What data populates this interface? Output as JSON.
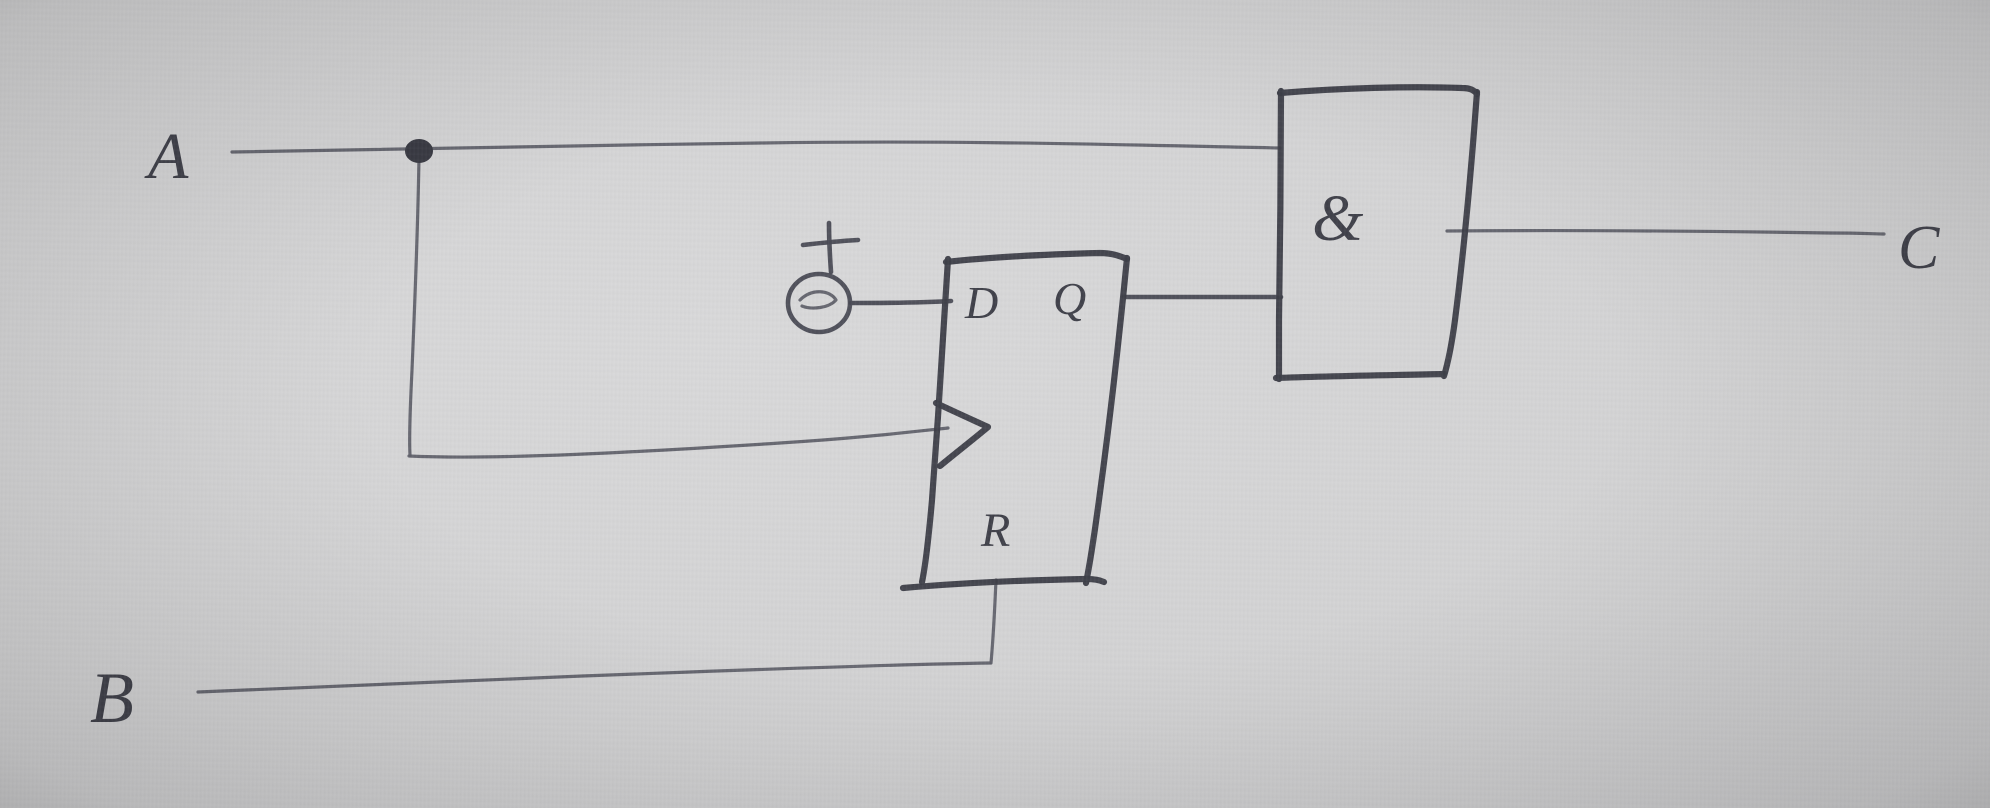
{
  "document": {
    "kind": "hand-drawn-schematic",
    "title": "D flip-flop with AND gate logic circuit (pencil sketch)",
    "medium": "graphite pencil on gray paper",
    "background_color": "#d3d3d4",
    "ink_color": "#4a4b55"
  },
  "labels": {
    "input_a": "A",
    "input_b": "B",
    "output_c": "C",
    "supply_plus": "+",
    "ff_d": "D",
    "ff_q": "Q",
    "ff_r": "R",
    "and_symbol": "&"
  },
  "components": [
    {
      "id": "flipflop",
      "name": "d-flip-flop",
      "type": "block",
      "label": "D",
      "pins": [
        {
          "name": "D",
          "side": "left-top",
          "role": "data-input"
        },
        {
          "name": "CLK",
          "side": "left-middle",
          "role": "clock-input",
          "marker": "edge-triggered-triangle"
        },
        {
          "name": "Q",
          "side": "right-top",
          "role": "output"
        },
        {
          "name": "R",
          "side": "bottom",
          "role": "reset-input"
        }
      ]
    },
    {
      "id": "andgate",
      "name": "and-gate",
      "type": "block",
      "label": "&",
      "pins": [
        {
          "name": "in1",
          "side": "left-top",
          "role": "input"
        },
        {
          "name": "in2",
          "side": "left-middle",
          "role": "input"
        },
        {
          "name": "out",
          "side": "right",
          "role": "output"
        }
      ]
    },
    {
      "id": "supply",
      "name": "supply-node",
      "type": "terminal",
      "label": "+",
      "role": "logic-high-source"
    }
  ],
  "nets": [
    {
      "name": "net-a",
      "from": "A",
      "to": [
        "and-gate.in1",
        "flipflop.CLK"
      ],
      "junction": true
    },
    {
      "name": "net-b",
      "from": "B",
      "to": [
        "flipflop.R"
      ],
      "junction": false
    },
    {
      "name": "net-vcc",
      "from": "supply",
      "to": [
        "flipflop.D"
      ],
      "junction": false
    },
    {
      "name": "net-q",
      "from": "flipflop.Q",
      "to": [
        "and-gate.in2"
      ],
      "junction": false
    },
    {
      "name": "net-c",
      "from": "and-gate.out",
      "to": [
        "C"
      ],
      "junction": false
    }
  ]
}
